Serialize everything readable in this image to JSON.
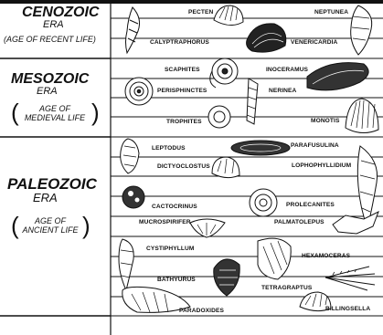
{
  "eras": [
    {
      "name": "CENOZOIC",
      "era_word": "ERA",
      "description_lines": [
        "AGE OF RECENT LIFE"
      ]
    },
    {
      "name": "MESOZOIC",
      "era_word": "ERA",
      "description_lines": [
        "AGE OF",
        "MEDIEVAL LIFE"
      ]
    },
    {
      "name": "PALEOZOIC",
      "era_word": "ERA",
      "description_lines": [
        "AGE OF",
        "ANCIENT LIFE"
      ]
    }
  ],
  "fossils": {
    "pecten": "PECTEN",
    "neptunea": "NEPTUNEA",
    "calyptraphorus": "CALYPTRAPHORUS",
    "venericardia": "VENERICARDIA",
    "scaphites": "SCAPHITES",
    "inoceramus": "INOCERAMUS",
    "perisphinctes": "PERISPHINCTES",
    "nerinea": "NERINEA",
    "trophites": "TROPHITES",
    "monotis": "MONOTIS",
    "leptodus": "LEPTODUS",
    "parafusulina": "PARAFUSULINA",
    "dictyoclostus": "DICTYOCLOSTUS",
    "lophophyllidium": "LOPHOPHYLLIDIUM",
    "cactocrinus": "CACTOCRINUS",
    "prolecanites": "PROLECANITES",
    "mucrospirifer": "MUCROSPIRIFER",
    "palmatolepus": "PALMATOLEPUS",
    "cystiphyllum": "CYSTIPHYLLUM",
    "hexamoceras": "HEXAMOCERAS",
    "bathyurus": "BATHYURUS",
    "tetragraptus": "TETRAGRAPTUS",
    "paradoxides": "PARADOXIDES",
    "billingsella": "BILLINGSELLA"
  }
}
